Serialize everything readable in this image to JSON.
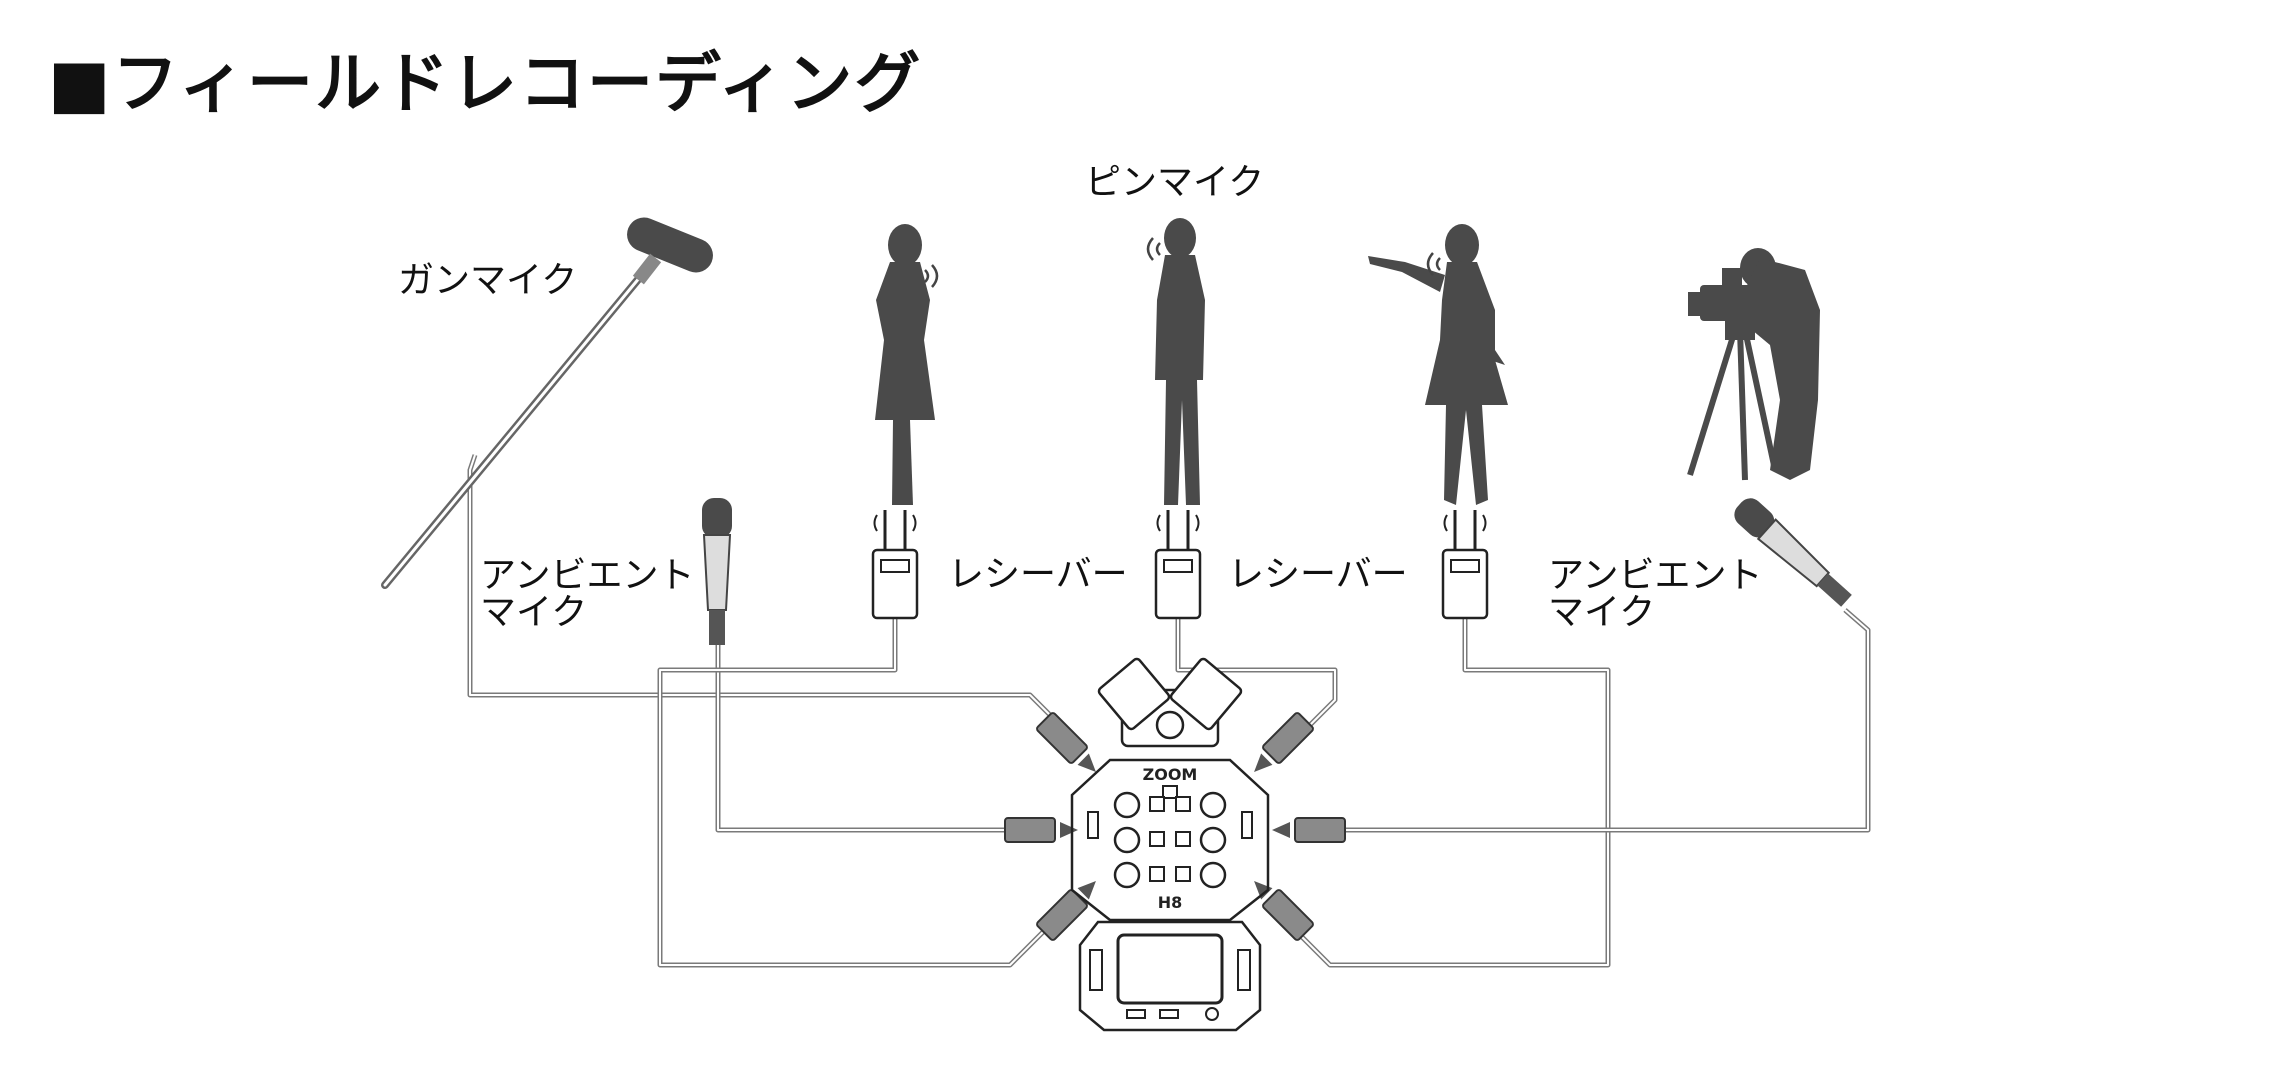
{
  "title": "■フィールドレコーディング",
  "labels": {
    "gun_mic": "ガンマイク",
    "pin_mic": "ピンマイク",
    "receiver_1": "レシーバー",
    "receiver_2": "レシーバー",
    "ambient_mic_left_line1": "アンビエント",
    "ambient_mic_left_line2": "マイク",
    "ambient_mic_right_line1": "アンビエント",
    "ambient_mic_right_line2": "マイク"
  },
  "device": {
    "brand": "ZOOM",
    "model": "H8"
  },
  "colors": {
    "silhouette": "#4a4a4a",
    "cable": "#7a7a7a",
    "arrow": "#555555",
    "text": "#111111"
  }
}
